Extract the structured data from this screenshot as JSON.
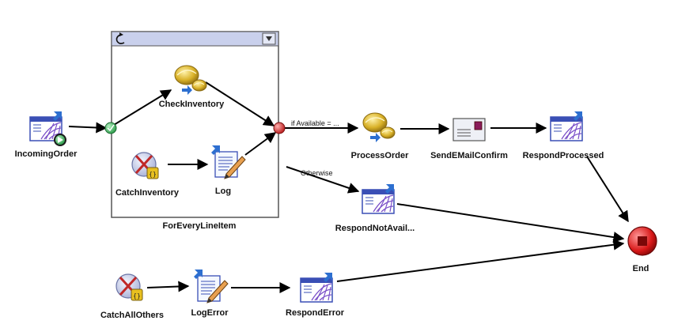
{
  "loop": {
    "label": "ForEveryLineItem"
  },
  "nodes": {
    "incoming_order": "IncomingOrder",
    "check_inventory": "CheckInventory",
    "catch_inventory": "CatchInventory",
    "log": "Log",
    "process_order": "ProcessOrder",
    "send_email_confirm": "SendEMailConfirm",
    "respond_processed": "RespondProcessed",
    "respond_not_available": "RespondNotAvail...",
    "end": "End",
    "catch_all_others": "CatchAllOthers",
    "log_error": "LogError",
    "respond_error": "RespondError"
  },
  "edges": {
    "if_available": "if Available = ...",
    "otherwise": "Otherwise"
  },
  "colors": {
    "loop_header": "#c9d0ec",
    "service_window": "#3a4fb5",
    "web_grid": "#7a4fc8",
    "fork_green": "#3ab85a",
    "join_red": "#d83030",
    "end_red": "#d81818",
    "catch_badge": "#e8c020",
    "gold": "#d9b128"
  }
}
